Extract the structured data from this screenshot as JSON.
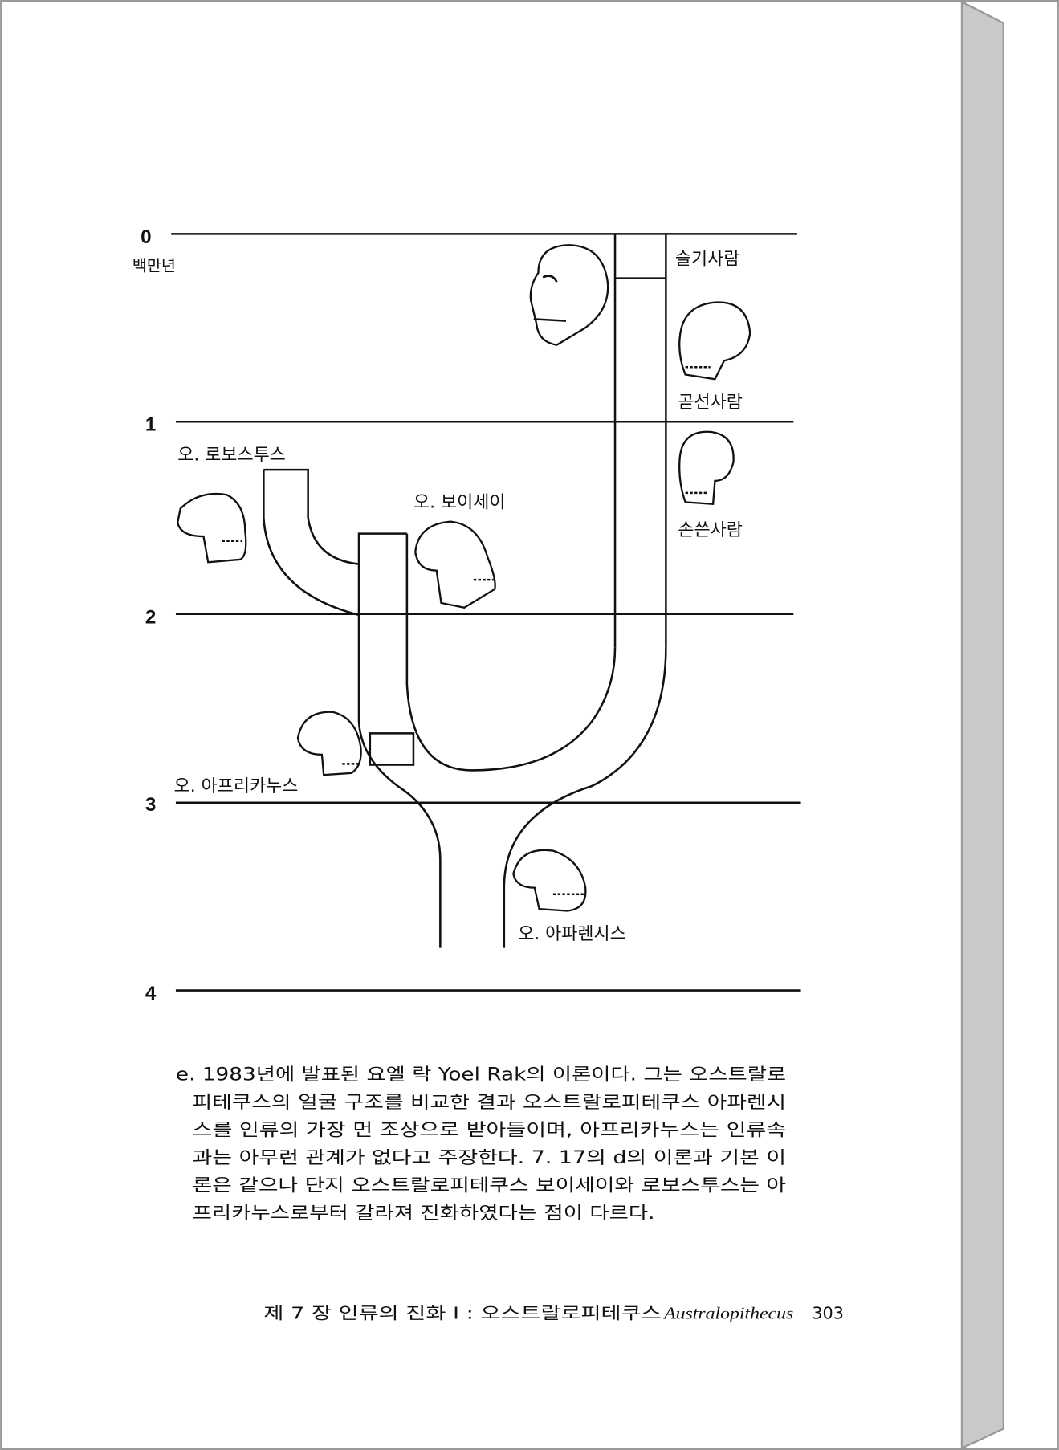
{
  "figure": {
    "axis_unit": "백만년",
    "ticks": [
      "0",
      "1",
      "2",
      "3",
      "4"
    ],
    "labels": {
      "sapiens": "슬기사람",
      "erectus": "곧선사람",
      "habilis": "손쓴사람",
      "robustus": "오. 로보스투스",
      "boisei": "오. 보이세이",
      "africanus": "오. 아프리카누스",
      "afarensis": "오. 아파렌시스"
    }
  },
  "caption": {
    "lines": [
      "e.  1983년에  발표된  요엘  락 Yoel  Rak의  이론이다.  그는  오스트랄로",
      "피테쿠스의  얼굴  구조를  비교한  결과  오스트랄로피테쿠스  아파렌시",
      "스를  인류의  가장  먼  조상으로  받아들이며,  아프리카누스는  인류속",
      "과는  아무런  관계가  없다고  주장한다.  7.  17의  d의  이론과  기본  이",
      "론은  같으나  단지  오스트랄로피테쿠스  보이세이와  로보스투스는  아",
      "프리카누스로부터  갈라져  진화하였다는  점이  다르다."
    ]
  },
  "footer": {
    "chapter": "제 7 장  인류의 진화  Ⅰ : 오스트랄로피테쿠스",
    "latin": "Australopithecus",
    "page": "303"
  }
}
